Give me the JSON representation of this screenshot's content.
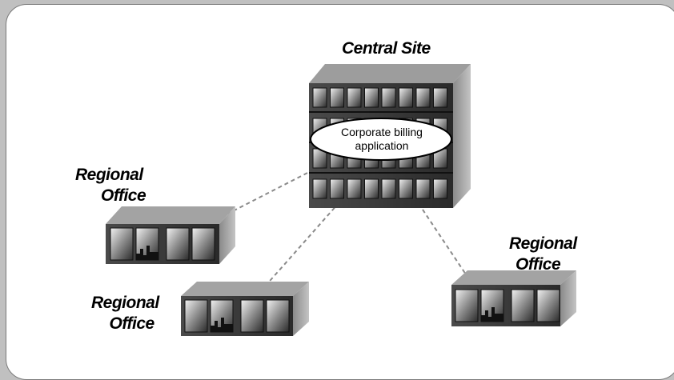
{
  "central": {
    "title": "Central Site",
    "app_line1": "Corporate billing",
    "app_line2": "application"
  },
  "offices": {
    "top_left": {
      "line1": "Regional",
      "line2": "Office"
    },
    "bottom_left": {
      "line1": "Regional",
      "line2": "Office"
    },
    "right": {
      "line1": "Regional",
      "line2": "Office"
    }
  },
  "colors": {
    "background": "#c0c0c0",
    "panel": "#ffffff",
    "building_dark": "#3a3a3a",
    "building_light": "#9a9a9a",
    "link": "#888888"
  }
}
